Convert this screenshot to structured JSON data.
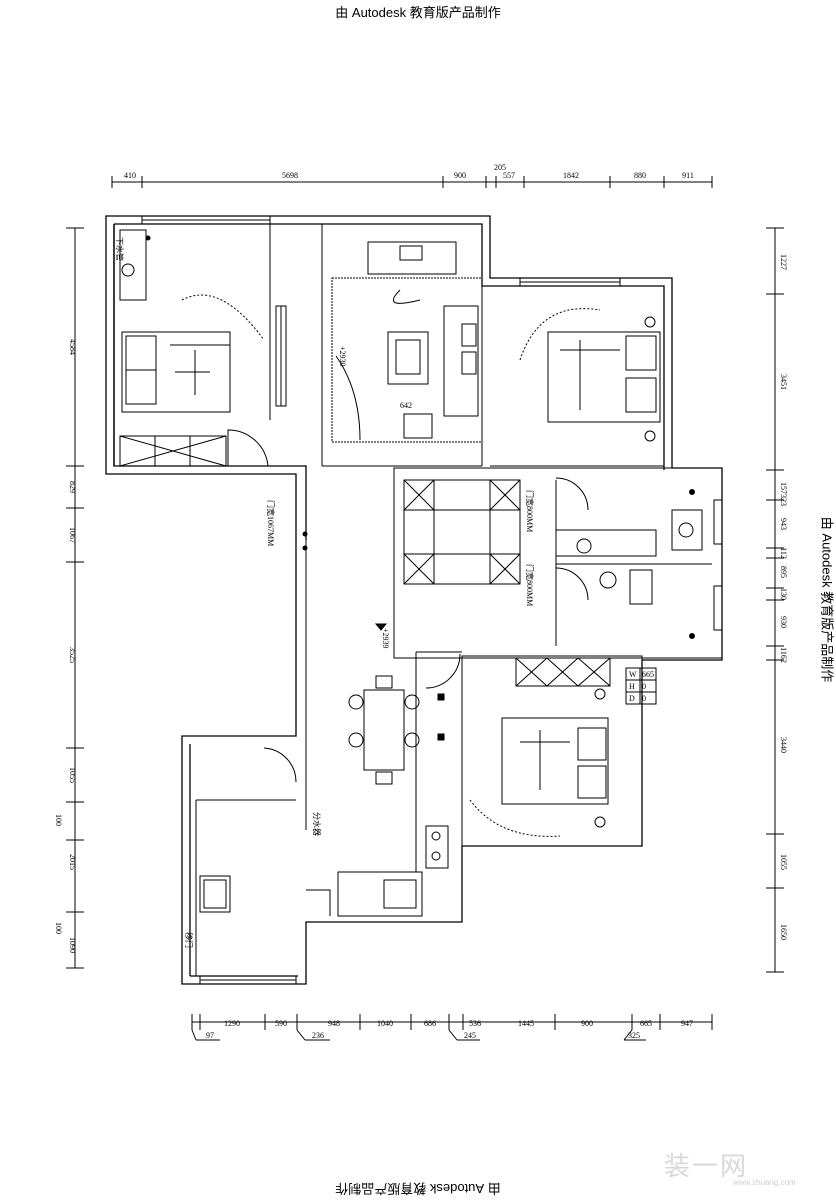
{
  "watermark_text": "由 Autodesk 教育版产品制作",
  "dims_top": [
    "410",
    "5698",
    "900",
    "205",
    "557",
    "1842",
    "880",
    "911"
  ],
  "dims_bottom_row1": [
    "1290",
    "590",
    "948",
    "1040",
    "686",
    "536",
    "1445",
    "900",
    "665",
    "947"
  ],
  "dims_bottom_row2": [
    "97",
    "236",
    "245",
    "325"
  ],
  "dims_left": [
    "4584",
    "829",
    "1067",
    "3525",
    "1055",
    "100",
    "2015",
    "100",
    "1090"
  ],
  "dims_right": [
    "1227",
    "3451",
    "157323",
    "943",
    "112",
    "895",
    "130",
    "930",
    "1162",
    "3440",
    "1055",
    "1650"
  ],
  "labels": {
    "living_area": "642",
    "elev_living": "+2930",
    "elev_dining": "+2939",
    "door_main": "门宽1067MM",
    "door_bath1": "门宽800MM",
    "door_bath2": "门宽800MM",
    "sink_label": "下水管",
    "divider_label": "分水器",
    "sliding_door": "移门"
  },
  "window_table": {
    "rows": [
      [
        "W",
        "665"
      ],
      [
        "H",
        "0"
      ],
      [
        "D",
        "0"
      ]
    ]
  },
  "brand": "装一网",
  "brand_url": "www.zhuang.com"
}
